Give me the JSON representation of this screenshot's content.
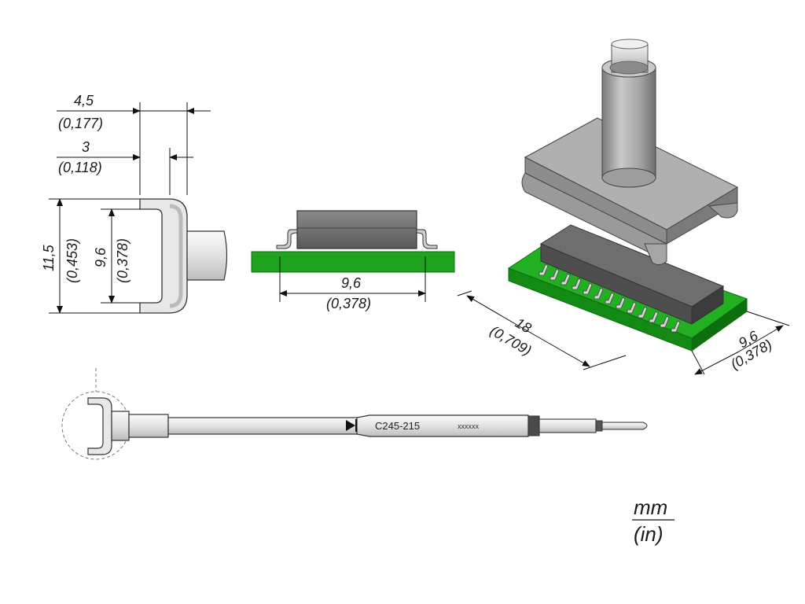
{
  "colors": {
    "pcb": "#1fa31f",
    "pcb_dark": "#0f6e0f",
    "chip": "#6a6a6a",
    "tip_light": "#e6e6e6",
    "tip_mid": "#b8b8b8",
    "tip_dark": "#8a8a8a",
    "line": "#111111"
  },
  "dimensions": {
    "width_outer_mm": "4,5",
    "width_outer_in": "(0,177)",
    "width_inner_mm": "3",
    "width_inner_in": "(0,118)",
    "height_outer_mm": "11,5",
    "height_outer_in": "(0,453)",
    "height_inner_mm": "9,6",
    "height_inner_in": "(0,378)",
    "chip_width_mm": "9,6",
    "chip_width_in": "(0,378)",
    "iso_length_mm": "18",
    "iso_length_in": "(0,709)",
    "iso_width_mm": "9,6",
    "iso_width_in": "(0,378)"
  },
  "tip_label": {
    "model": "C245-215",
    "serial": "xxxxxx"
  },
  "units": {
    "primary": "mm",
    "secondary": "(in)"
  }
}
